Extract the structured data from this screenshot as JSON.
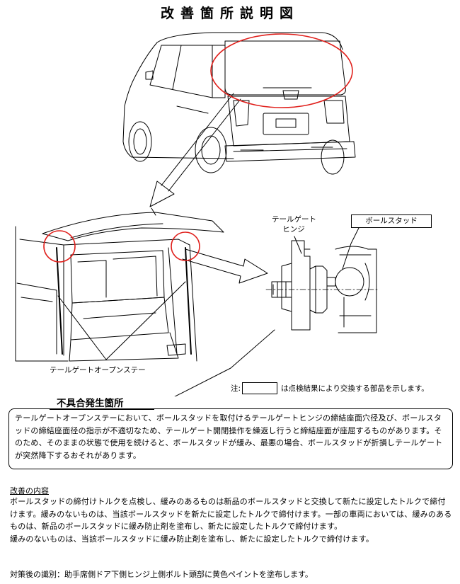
{
  "title": "改善箇所説明図",
  "labels": {
    "hinge_line1": "テールゲート",
    "hinge_line2": "ヒンジ",
    "ball_stud": "ボールスタッド",
    "open_stay": "テールゲートオープンステー"
  },
  "note": {
    "prefix": "注:",
    "suffix": "は点検結果により交換する部品を示します。"
  },
  "defect": {
    "heading": "不具合発生箇所",
    "body": "テールゲートオープンステーにおいて、ボールスタッドを取付けるテールゲートヒンジの締結座面穴径及び、ボールスタッドの締結座面径の指示が不適切なため、テールゲート開閉操作を繰返し行うと締結座面が座屈するものがあります。そのため、そのままの状態で使用を続けると、ボールスタッドが緩み、最悪の場合、ボールスタッドが折損しテールゲートが突然降下するおそれがあります。"
  },
  "improvement": {
    "heading": "改善の内容",
    "body1": "ボールスタッドの締付けトルクを点検し、緩みのあるものは新品のボールスタッドと交換して新たに設定したトルクで締付けます。緩みのないものは、当該ボールスタッドを新たに設定したトルクで締付けます。一部の車両においては、緩みのあるものは、新品のボールスタッドに緩み防止剤を塗布し、新たに設定したトルクで締付けます。",
    "body2": "緩みのないものは、当該ボールスタッドに緩み防止剤を塗布し、新たに設定したトルクで締付けます。"
  },
  "identification": "対策後の識別：助手席側ドア下側ヒンジ上側ボルト頭部に黄色ペイントを塗布します。",
  "colors": {
    "highlight": "#e0201c",
    "line": "#000000"
  },
  "icons": [
    "car-rear-view",
    "open-tailgate-view",
    "ball-stud-hinge-section"
  ]
}
